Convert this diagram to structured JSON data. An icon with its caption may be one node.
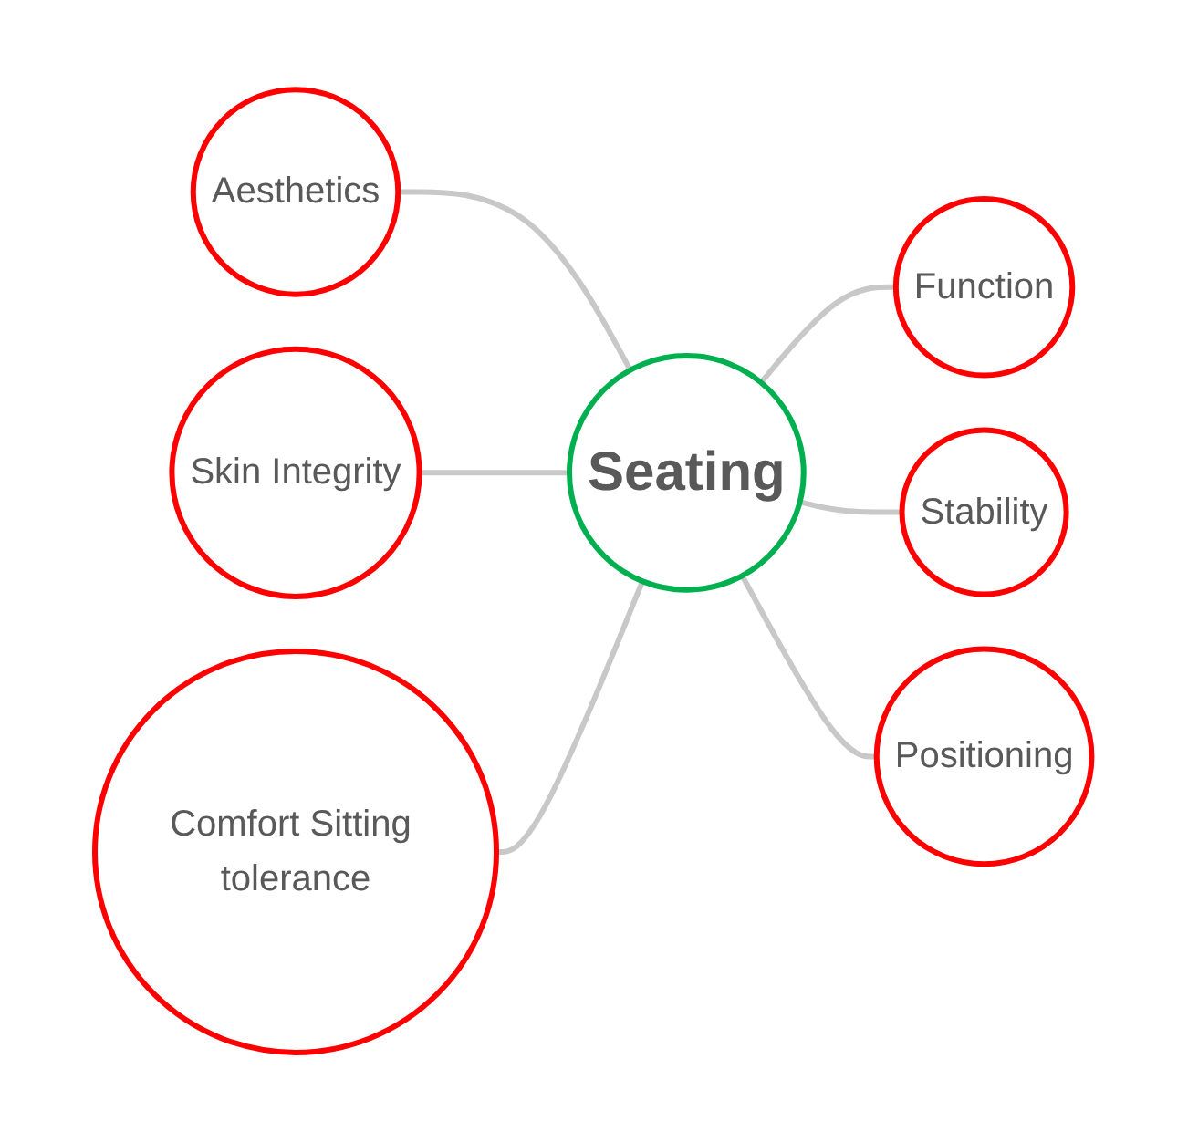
{
  "diagram": {
    "nodes": [
      {
        "text": [
          "Skin Integrity"
        ]
      },
      {
        "text": [
          "Aesthetics"
        ]
      },
      {
        "text": [
          "Function"
        ]
      },
      {
        "text": [
          "Seating"
        ]
      },
      {
        "text": [
          "Comfort Sitting tolerance"
        ]
      },
      {
        "text": [
          "Stability"
        ]
      },
      {
        "text": [
          "Positioning"
        ]
      }
    ],
    "edges": [
      {
        "from": 1,
        "to": 3,
        "arrow": "none"
      },
      {
        "from": 0,
        "to": 3,
        "arrow": "none"
      },
      {
        "from": 4,
        "to": 3,
        "arrow": "none"
      },
      {
        "from": 3,
        "to": 2,
        "arrow": "none"
      },
      {
        "from": 3,
        "to": 5,
        "arrow": "none"
      },
      {
        "from": 3,
        "to": 6,
        "arrow": "none"
      }
    ]
  }
}
